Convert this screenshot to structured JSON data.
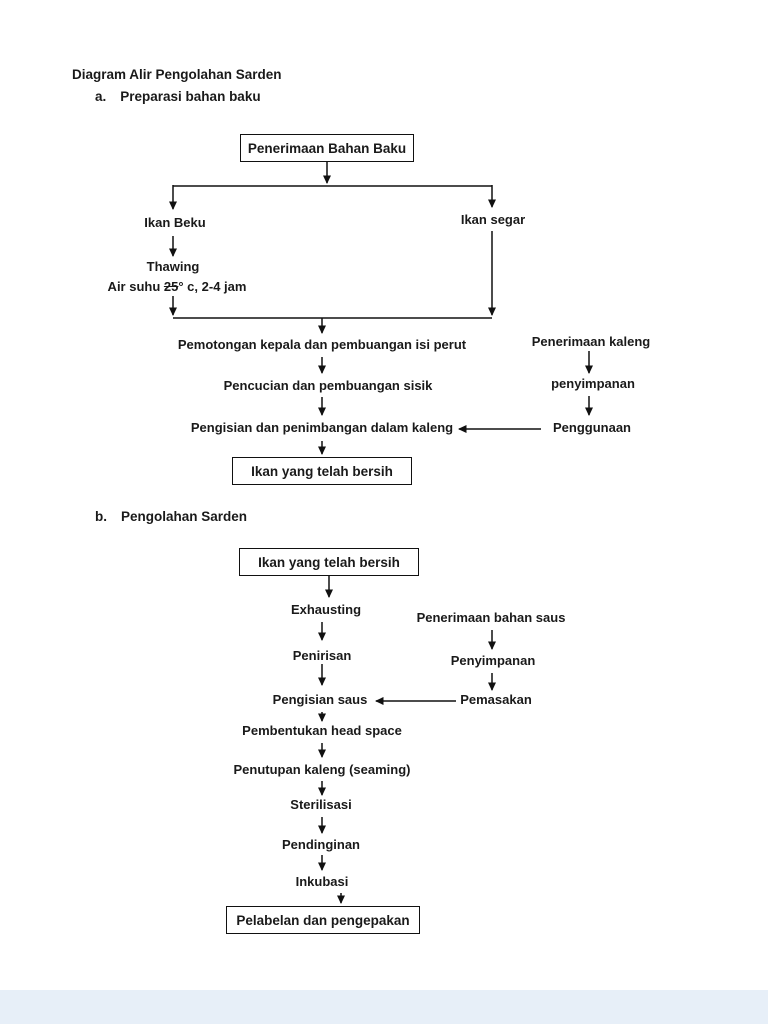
{
  "page": {
    "title": "Diagram Alir Pengolahan Sarden",
    "section_a_label": "a.",
    "section_a_title": "Preparasi bahan baku",
    "section_b_label": "b.",
    "section_b_title": "Pengolahan Sarden"
  },
  "flow_a": {
    "start_box": "Penerimaan Bahan Baku",
    "branch_left": "Ikan Beku",
    "branch_right": "Ikan segar",
    "thawing": "Thawing",
    "thawing_note_prefix": "Air suhu ",
    "thawing_temp": "25",
    "thawing_note_suffix": "° c, 2-4 jam",
    "step_cut": "Pemotongan kepala dan pembuangan isi perut",
    "step_wash": "Pencucian dan pembuangan sisik",
    "step_fill": "Pengisian dan penimbangan dalam kaleng",
    "end_box": "Ikan yang telah bersih",
    "side": {
      "receive": "Penerimaan kaleng",
      "store": "penyimpanan",
      "use": "Penggunaan"
    }
  },
  "flow_b": {
    "start_box": "Ikan yang telah bersih",
    "steps": [
      "Exhausting",
      "Penirisan",
      "Pengisian saus",
      "Pembentukan head space",
      "Penutupan kaleng (seaming)",
      "Sterilisasi",
      "Pendinginan",
      "Inkubasi"
    ],
    "end_box": "Pelabelan dan pengepakan",
    "side": {
      "receive": "Penerimaan bahan saus",
      "store": "Penyimpanan",
      "cook": "Pemasakan"
    }
  },
  "colors": {
    "line": "#111111",
    "text": "#1a1a1a",
    "footer": "#e7eff8"
  }
}
